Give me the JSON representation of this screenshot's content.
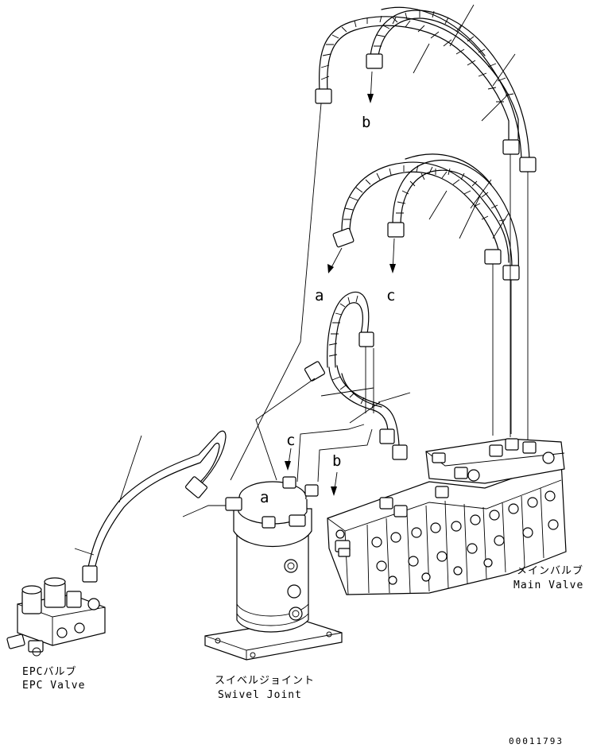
{
  "labels": {
    "epc_jp": "EPCバルブ",
    "epc_en": "EPC Valve",
    "swivel_jp": "スイベルジョイント",
    "swivel_en": "Swivel Joint",
    "main_jp": "メインバルブ",
    "main_en": "Main Valve"
  },
  "callouts": {
    "a_upper": "a",
    "b_upper": "b",
    "c_upper": "c",
    "a_lower": "a",
    "b_lower": "b",
    "c_lower": "c"
  },
  "doc_number": "00011793"
}
